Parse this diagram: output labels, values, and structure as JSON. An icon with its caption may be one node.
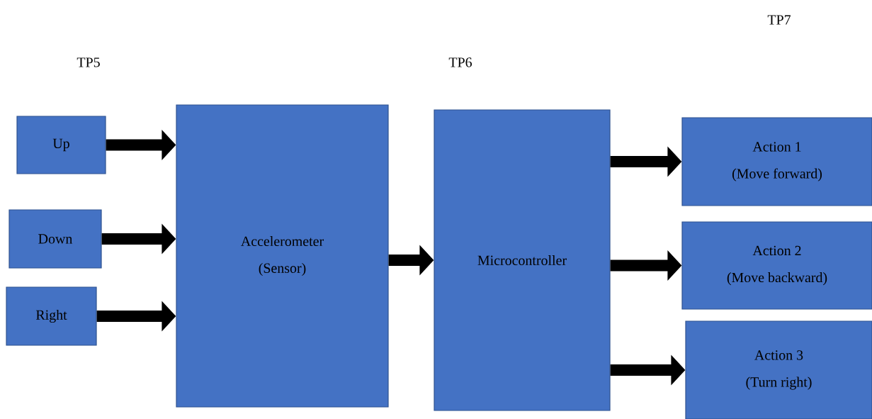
{
  "diagram": {
    "nodes": [
      {
        "text": [
          "Up"
        ]
      },
      {
        "text": [
          "Down"
        ]
      },
      {
        "text": [
          "Right"
        ]
      },
      {
        "text": [
          "Accelerometer",
          "(Sensor)"
        ]
      },
      {
        "text": [
          "Microcontroller"
        ]
      },
      {
        "text": [
          "Action 1",
          "(Move forward)"
        ]
      },
      {
        "text": [
          "Action 2",
          "(Move backward)"
        ]
      },
      {
        "text": [
          "Action 3",
          "(Turn right)"
        ]
      }
    ],
    "edges": [
      {
        "from": 0,
        "to": 3,
        "arrow": "to"
      },
      {
        "from": 1,
        "to": 3,
        "arrow": "to"
      },
      {
        "from": 2,
        "to": 3,
        "arrow": "to"
      },
      {
        "from": 3,
        "to": 4,
        "arrow": "to"
      },
      {
        "from": 4,
        "to": 5,
        "arrow": "to"
      },
      {
        "from": 4,
        "to": 6,
        "arrow": "to"
      },
      {
        "from": 4,
        "to": 7,
        "arrow": "to"
      }
    ],
    "labels": [
      "TP5",
      "TP6",
      "TP7"
    ]
  }
}
